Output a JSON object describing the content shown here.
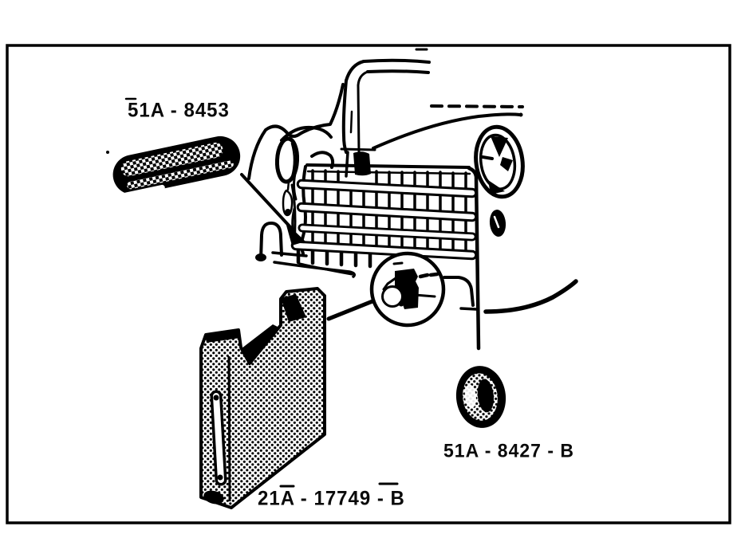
{
  "diagram": {
    "parts": [
      {
        "name": "lamp-lens",
        "label": "51A - 8453"
      },
      {
        "name": "mounting-plate",
        "label": "21A - 17749 - B"
      },
      {
        "name": "grommet",
        "label": "51A - 8427 - B"
      }
    ],
    "ink_color": "#000000",
    "paper_color": "#ffffff"
  }
}
